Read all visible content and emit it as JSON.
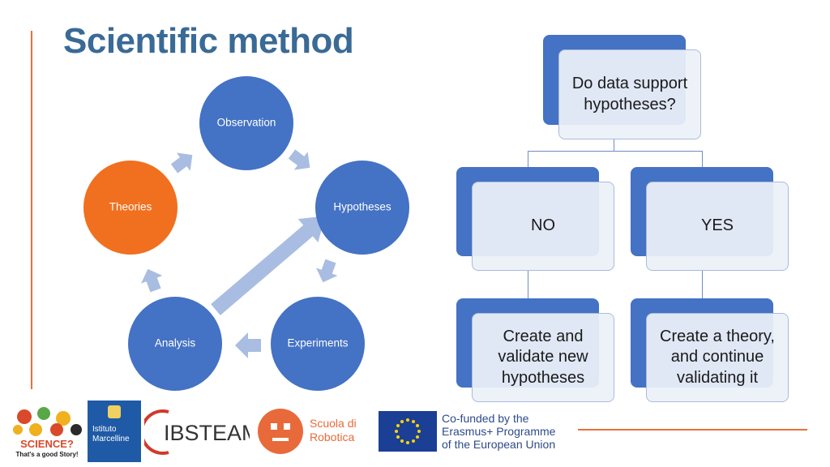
{
  "title": "Scientific method",
  "cycle": {
    "nodes": {
      "observation": "Observation",
      "hypotheses": "Hypotheses",
      "experiments": "Experiments",
      "analysis": "Analysis",
      "theories": "Theories"
    },
    "colors": {
      "node": "#4472c4",
      "highlight": "#f07020",
      "arrow": "#a9bde2"
    }
  },
  "tree": {
    "question": "Do data support hypotheses?",
    "no": "NO",
    "yes": "YES",
    "no_action": "Create and validate new hypotheses",
    "yes_action": "Create a theory, and continue validating it"
  },
  "logos": {
    "science": {
      "main": "SCIENCE?",
      "sub": "That's a good Story!"
    },
    "istituto": {
      "line1": "Istituto",
      "line2": "Marcelline"
    },
    "ibsteam": "IBSTEAM",
    "scuola": {
      "line1": "Scuola di",
      "line2": "Robotica"
    },
    "eu": {
      "line1": "Co-funded by the",
      "line2": "Erasmus+ Programme",
      "line3": "of the European Union"
    }
  }
}
